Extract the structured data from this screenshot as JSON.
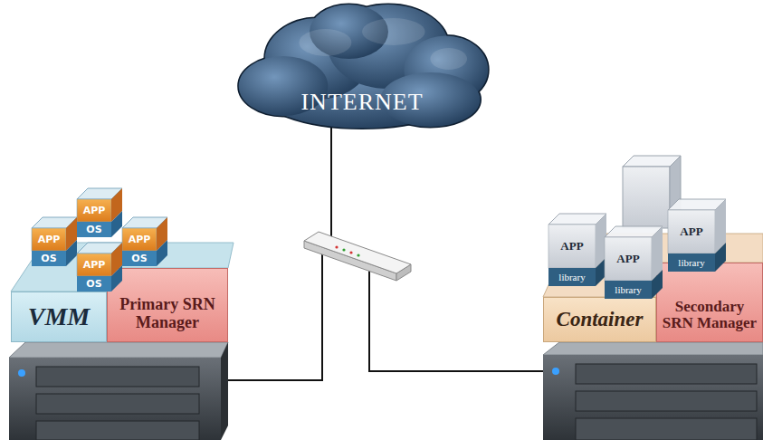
{
  "diagram": {
    "nodes": [
      {
        "text": [
          "INTERNET"
        ]
      },
      {
        "text": [
          "APP",
          "OS"
        ]
      },
      {
        "text": [
          "APP",
          "OS"
        ]
      },
      {
        "text": [
          "APP",
          "OS"
        ]
      },
      {
        "text": [
          "APP",
          "OS"
        ]
      },
      {
        "text": [
          "VMM"
        ]
      },
      {
        "text": [
          "Primary SRN Manager"
        ]
      },
      {
        "text": [
          "APP",
          "library"
        ]
      },
      {
        "text": [
          "APP",
          "library"
        ]
      },
      {
        "text": [
          "APP",
          "library"
        ]
      },
      {
        "text": [
          "Container"
        ]
      },
      {
        "text": [
          "Secondary SRN Manager"
        ]
      }
    ]
  }
}
